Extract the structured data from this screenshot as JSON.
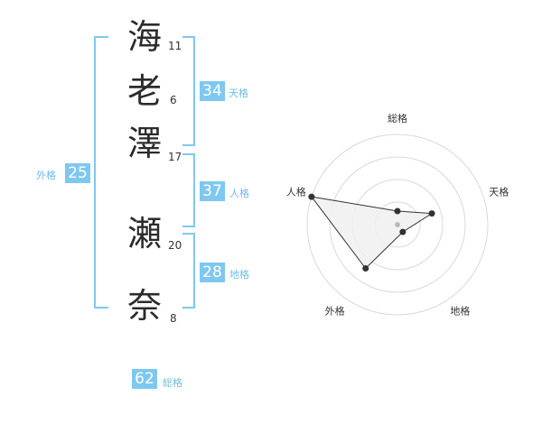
{
  "characters": [
    {
      "char": "海",
      "strokes": "11"
    },
    {
      "char": "老",
      "strokes": "6"
    },
    {
      "char": "澤",
      "strokes": "17"
    },
    {
      "char": "瀬",
      "strokes": "20"
    },
    {
      "char": "奈",
      "strokes": "8"
    }
  ],
  "kakusu": {
    "tenkaku": {
      "value": "34",
      "label": "天格"
    },
    "jinkaku": {
      "value": "37",
      "label": "人格"
    },
    "chikaku": {
      "value": "28",
      "label": "地格"
    },
    "gaikaku": {
      "value": "25",
      "label": "外格"
    },
    "soukaku": {
      "value": "62",
      "label": "総格"
    }
  },
  "radar": {
    "axes": [
      "総格",
      "天格",
      "地格",
      "外格",
      "人格"
    ],
    "levels": [
      0.15,
      0.4,
      0.1,
      0.6,
      1.0
    ],
    "ring_count": 4,
    "colors": {
      "ring": "#d9d9d9",
      "fill": "#f0f0f0",
      "stroke": "#333333",
      "point": "#333333"
    }
  },
  "colors": {
    "accent": "#7ec8f0"
  }
}
